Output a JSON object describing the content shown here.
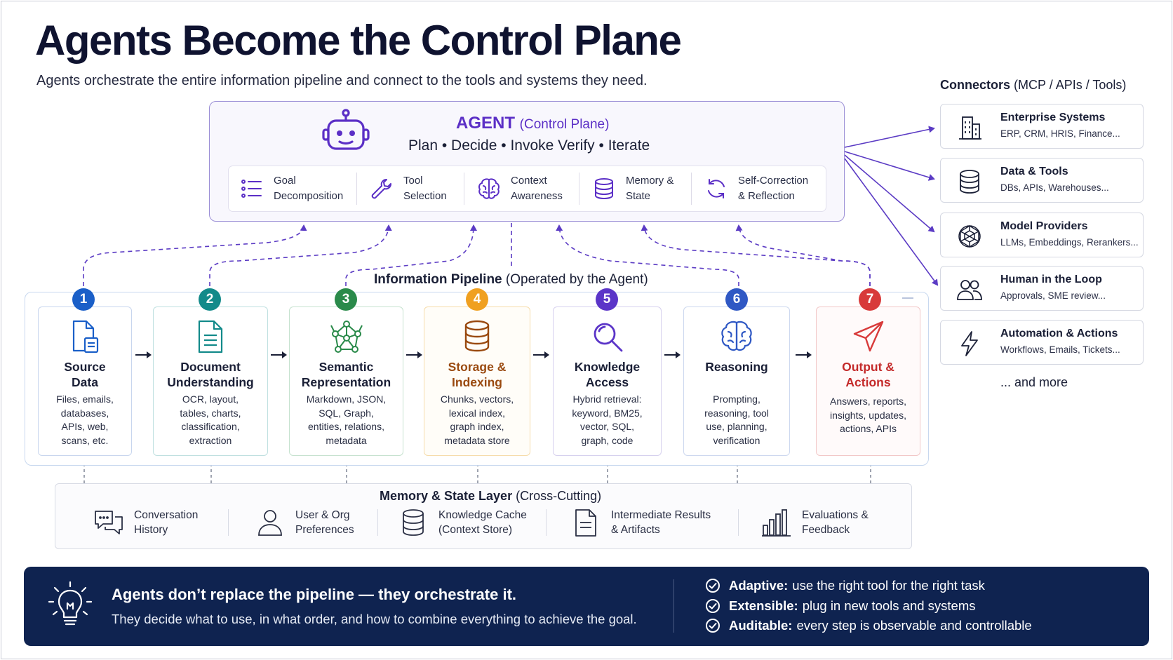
{
  "title": "Agents Become the Control Plane",
  "subtitle": "Agents orchestrate the entire information pipeline and connect to the tools and systems they need.",
  "agent": {
    "name": "AGENT",
    "role": "(Control Plane)",
    "steps": "Plan • Decide • Invoke   Verify • Iterate",
    "capabilities": [
      {
        "label": "Goal\nDecomposition",
        "icon": "list-icon"
      },
      {
        "label": "Tool\nSelection",
        "icon": "wrench-icon"
      },
      {
        "label": "Context\nAwareness",
        "icon": "brain-icon"
      },
      {
        "label": "Memory &\nState",
        "icon": "database-icon"
      },
      {
        "label": "Self-Correction\n& Reflection",
        "icon": "refresh-icon"
      }
    ]
  },
  "connectors": {
    "heading": "Connectors",
    "heading_detail": "(MCP / APIs / Tools)",
    "items": [
      {
        "title": "Enterprise Systems",
        "desc": "ERP, CRM, HRIS, Finance...",
        "icon": "building-icon"
      },
      {
        "title": "Data & Tools",
        "desc": "DBs, APIs, Warehouses...",
        "icon": "database-icon"
      },
      {
        "title": "Model Providers",
        "desc": "LLMs, Embeddings, Rerankers...",
        "icon": "network-sphere-icon"
      },
      {
        "title": "Human in the Loop",
        "desc": "Approvals, SME review...",
        "icon": "people-icon"
      },
      {
        "title": "Automation & Actions",
        "desc": "Workflows, Emails, Tickets...",
        "icon": "lightning-icon"
      }
    ],
    "more": "... and more"
  },
  "pipeline": {
    "heading": "Information Pipeline",
    "heading_detail": "(Operated by the Agent)",
    "stages": [
      {
        "num": "1",
        "name": "Source\nData",
        "desc": "Files, emails,\ndatabases,\nAPIs, web,\nscans, etc.",
        "color": "#1a5fc8",
        "icon": "file-icon"
      },
      {
        "num": "2",
        "name": "Document\nUnderstanding",
        "desc": "OCR, layout,\ntables, charts,\nclassification,\nextraction",
        "color": "#138a8a",
        "icon": "document-icon"
      },
      {
        "num": "3",
        "name": "Semantic\nRepresentation",
        "desc": "Markdown, JSON,\nSQL, Graph,\nentities, relations,\nmetadata",
        "color": "#2a8a4a",
        "icon": "graph-icon"
      },
      {
        "num": "4",
        "name": "Storage &\nIndexing",
        "desc": "Chunks, vectors,\nlexical index,\ngraph index,\nmetadata store",
        "color": "#f0a020",
        "icon": "database-icon"
      },
      {
        "num": "5",
        "name": "Knowledge\nAccess",
        "desc": "Hybrid retrieval:\nkeyword, BM25,\nvector, SQL,\ngraph, code",
        "color": "#5b35c8",
        "icon": "magnifier-icon"
      },
      {
        "num": "6",
        "name": "Reasoning",
        "desc": "Prompting,\nreasoning, tool\nuse, planning,\nverification",
        "color": "#2f58c4",
        "icon": "brain-icon"
      },
      {
        "num": "7",
        "name": "Output &\nActions",
        "desc": "Answers, reports,\ninsights, updates,\nactions, APIs",
        "color": "#d83a3a",
        "icon": "paper-plane-icon"
      }
    ]
  },
  "memory": {
    "heading": "Memory & State Layer",
    "heading_detail": "(Cross-Cutting)",
    "items": [
      {
        "label": "Conversation\nHistory",
        "icon": "chat-icon"
      },
      {
        "label": "User & Org\nPreferences",
        "icon": "user-icon"
      },
      {
        "label": "Knowledge Cache\n(Context Store)",
        "icon": "database-icon"
      },
      {
        "label": "Intermediate Results\n& Artifacts",
        "icon": "document-icon"
      },
      {
        "label": "Evaluations &\nFeedback",
        "icon": "bar-chart-icon"
      }
    ]
  },
  "banner": {
    "title": "Agents don’t replace the pipeline — they orchestrate it.",
    "subtitle": "They decide what to use, in what order, and how to combine everything to achieve the goal.",
    "points": [
      {
        "bold": "Adaptive:",
        "text": "use the right tool for the right task"
      },
      {
        "bold": "Extensible:",
        "text": "plug in new tools and systems"
      },
      {
        "bold": "Auditable:",
        "text": "every step is observable and controllable"
      }
    ]
  },
  "colors": {
    "agent_purple": "#5b2fc6",
    "banner_navy": "#0f2350"
  }
}
